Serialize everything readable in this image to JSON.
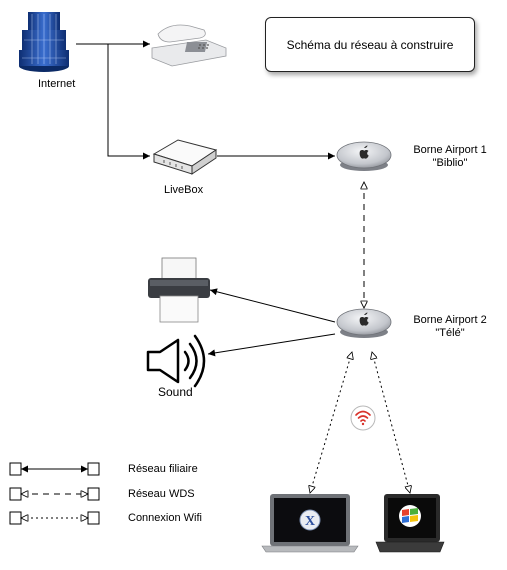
{
  "title": "Schéma du réseau à construire",
  "nodes": {
    "internet": "Internet",
    "livebox": "LiveBox",
    "airport1": {
      "line1": "Borne Airport 1",
      "line2": "\"Biblio\""
    },
    "airport2": {
      "line1": "Borne Airport 2",
      "line2": "\"Télé\""
    },
    "sound": "Sound"
  },
  "legend": {
    "wired": "Réseau filiaire",
    "wds": "Réseau WDS",
    "wifi": "Connexion Wifi"
  },
  "colors": {
    "server_blue": "#1f4fa8",
    "airport_grey": "#b9bcc2",
    "wifi_red": "#d8322b",
    "laptop_dark": "#2a2a2a"
  },
  "icons": [
    "server-icon",
    "telephone-icon",
    "router-icon",
    "airport-base-icon",
    "printer-icon",
    "speaker-icon",
    "wifi-icon",
    "mac-laptop-icon",
    "windows-laptop-icon"
  ]
}
